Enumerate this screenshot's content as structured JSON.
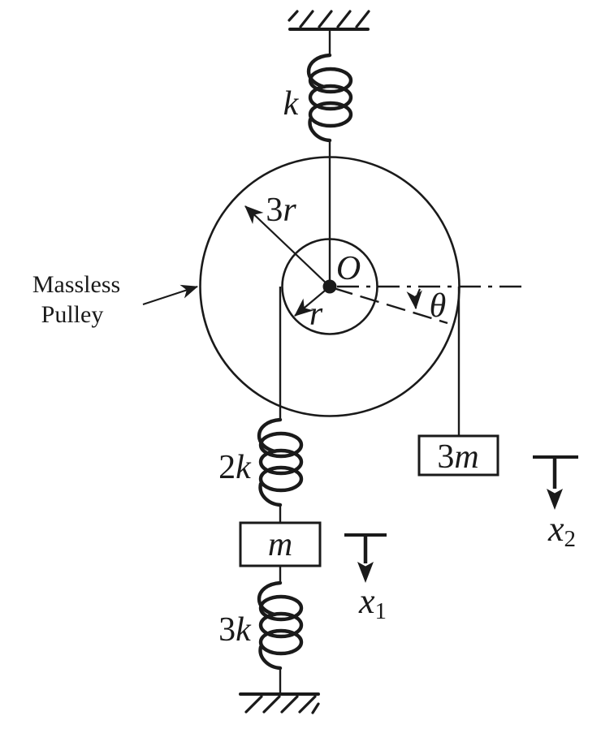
{
  "figure": {
    "description": "Mechanical vibration diagram: massless two-step pulley suspended by spring k, left cord on inner radius r to spring-mass chain (2k, m, 3k) grounded below, right cord on outer radius 3r to hanging mass 3m",
    "colors": {
      "ink": "#1a1a1a",
      "background": "#ffffff"
    },
    "labels": {
      "annotation": {
        "line1": "Massless",
        "line2": "Pulley"
      },
      "spring_top": {
        "var": "k"
      },
      "spring_mid": {
        "num": "2",
        "var": "k"
      },
      "spring_bot": {
        "num": "3",
        "var": "k"
      },
      "mass_small": {
        "var": "m"
      },
      "mass_large": {
        "num": "3",
        "var": "m"
      },
      "pivot": "O",
      "radius_outer": {
        "num": "3",
        "var": "r"
      },
      "radius_inner": {
        "var": "r"
      },
      "angle": "θ",
      "disp_1": {
        "var": "x",
        "sub": "1"
      },
      "disp_2": {
        "var": "x",
        "sub": "2"
      }
    }
  }
}
